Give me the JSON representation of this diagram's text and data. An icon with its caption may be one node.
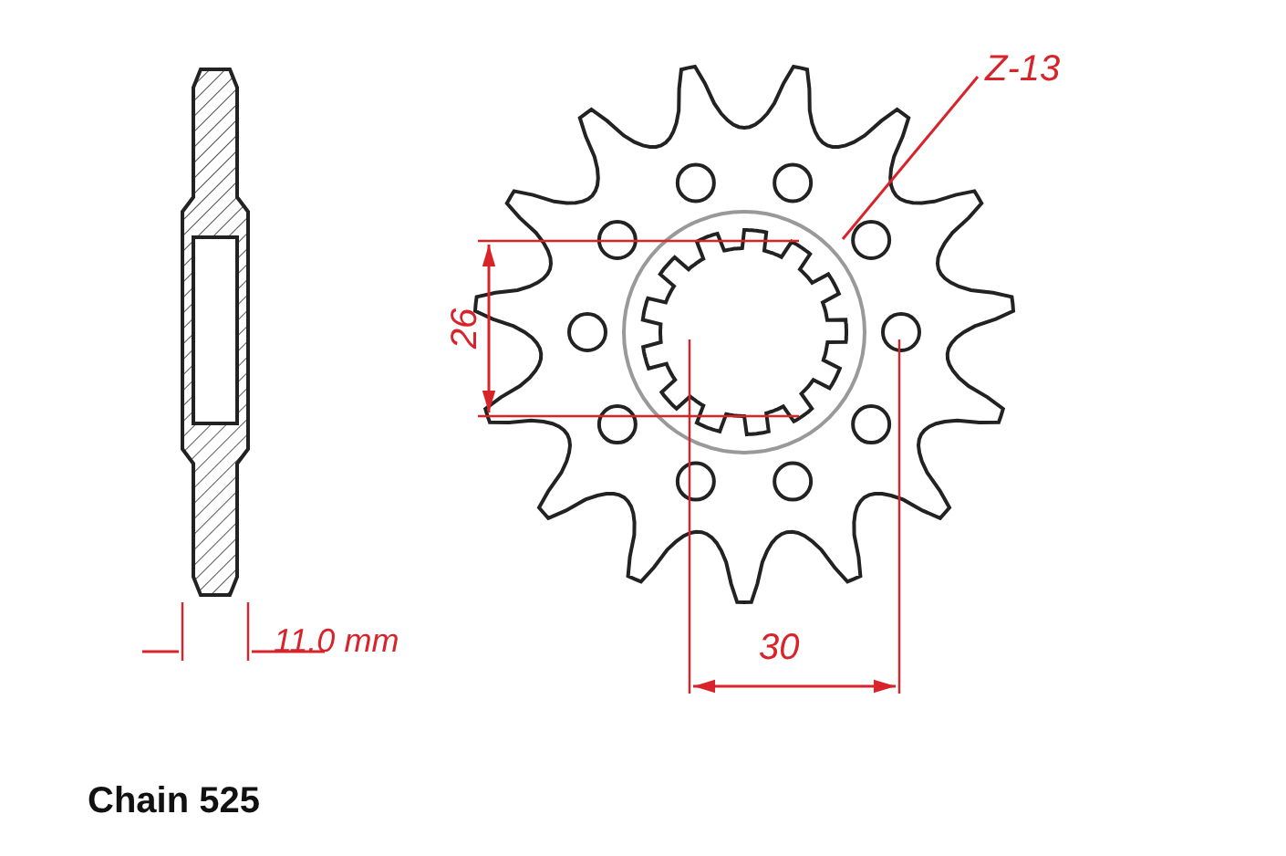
{
  "diagram": {
    "nodes": [
      {
        "text": [
          "Z-13"
        ]
      },
      {
        "text": [],
        "shape": "picture"
      }
    ],
    "edges": [
      {
        "from": 0,
        "to": 1,
        "arrow": "none"
      }
    ],
    "labels": [
      "26",
      "11.0 mm",
      "30",
      "Chain 525"
    ]
  }
}
